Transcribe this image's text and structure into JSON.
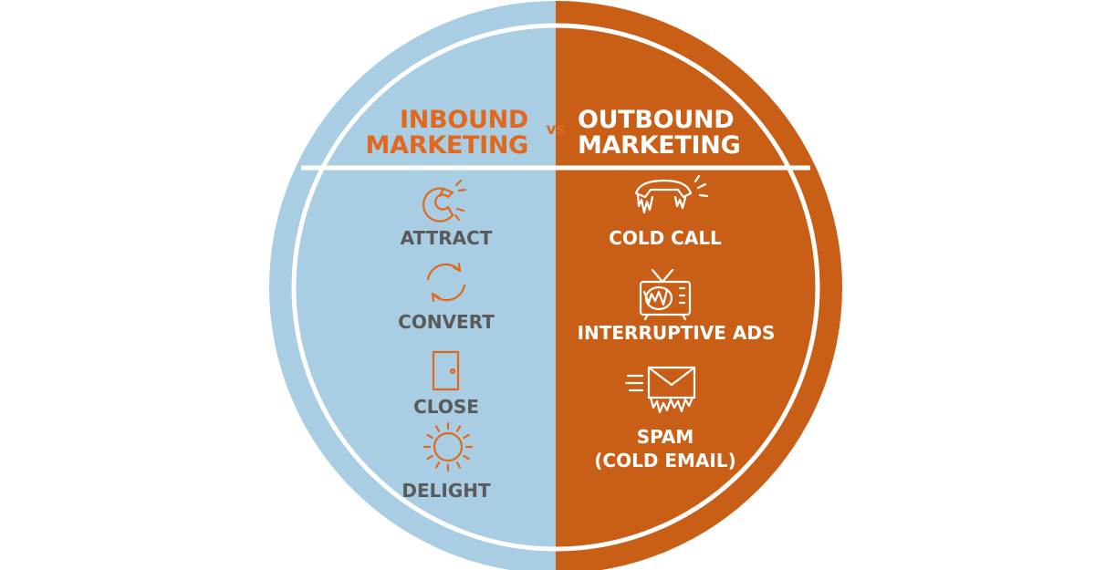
{
  "colors": {
    "inbound_fill": "#a9cde2",
    "outbound_fill": "#c95f16",
    "inbound_accent": "#e0691f",
    "inbound_label": "#5a5a5a",
    "outbound_label": "#ffffff",
    "divider": "#ffffff",
    "background": "#ffffff"
  },
  "header": {
    "inbound_line1": "INBOUND",
    "inbound_line2": "MARKETING",
    "vs": "vs",
    "outbound_line1": "OUTBOUND",
    "outbound_line2": "MARKETING"
  },
  "inbound": {
    "items": [
      {
        "icon": "magnet-icon",
        "label": "ATTRACT"
      },
      {
        "icon": "cycle-arrows-icon",
        "label": "CONVERT"
      },
      {
        "icon": "door-icon",
        "label": "CLOSE"
      },
      {
        "icon": "sun-icon",
        "label": "DELIGHT"
      }
    ]
  },
  "outbound": {
    "items": [
      {
        "icon": "frozen-phone-icon",
        "label": "COLD CALL"
      },
      {
        "icon": "frozen-tv-icon",
        "label": "INTERRUPTIVE ADS"
      },
      {
        "icon": "frozen-envelope-icon",
        "label_line1": "SPAM",
        "label_line2": "(COLD EMAIL)"
      }
    ]
  }
}
